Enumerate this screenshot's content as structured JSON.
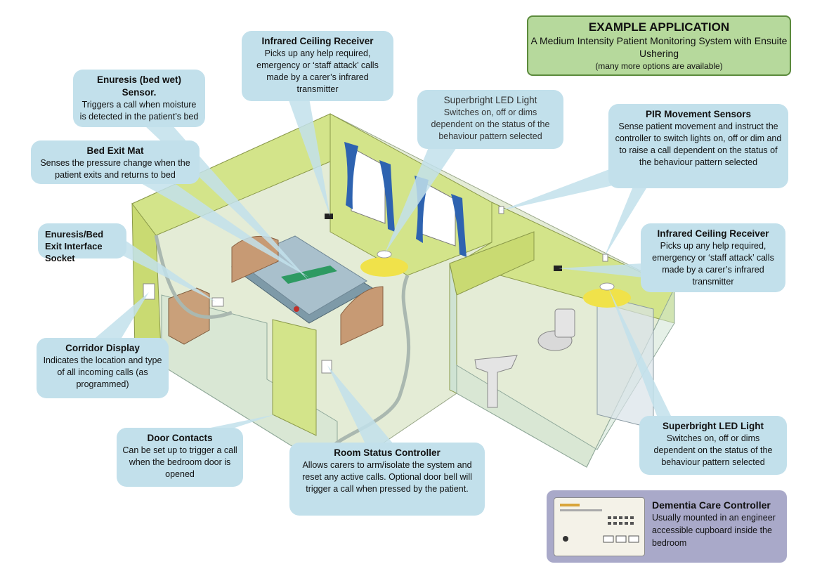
{
  "example": {
    "heading": "EXAMPLE APPLICATION",
    "subtitle": "A Medium Intensity Patient Monitoring System with Ensuite Ushering",
    "note": "(many more options are available)"
  },
  "callouts": {
    "ir_receiver_top": {
      "title": "Infrared Ceiling Receiver",
      "body": "Picks up any help required, emergency or ‘staff attack’ calls made by a carer’s infrared transmitter"
    },
    "enuresis_sensor": {
      "title": "Enuresis (bed wet) Sensor.",
      "body": "Triggers a call when moisture is detected in the patient’s bed"
    },
    "led_top": {
      "title": "Superbright LED Light",
      "body": "Switches on, off or dims dependent on the status of the behaviour pattern selected"
    },
    "pir": {
      "title": "PIR Movement Sensors",
      "body": "Sense patient movement and instruct the controller to switch lights on, off or dim and to raise a call dependent on the status of the behaviour pattern selected"
    },
    "bed_exit_mat": {
      "title": "Bed Exit Mat",
      "body": "Senses the pressure change when the patient exits and returns to bed"
    },
    "socket": {
      "title": "Enuresis/Bed Exit Interface Socket",
      "body": ""
    },
    "ir_receiver_right": {
      "title": "Infrared Ceiling Receiver",
      "body": "Picks up any help required, emergency or ‘staff attack’ calls made by a carer’s infrared transmitter"
    },
    "corridor": {
      "title": "Corridor Display",
      "body": "Indicates the location and type of all incoming calls (as programmed)"
    },
    "door": {
      "title": "Door Contacts",
      "body": "Can be set up to trigger a call when the bedroom door is opened"
    },
    "room_status": {
      "title": "Room Status Controller",
      "body": "Allows carers to arm/isolate the system and reset any active calls. Optional door bell will trigger a call when pressed by the patient."
    },
    "led_bottom": {
      "title": "Superbright LED Light",
      "body": "Switches on, off or dims dependent on the status of the behaviour pattern selected"
    }
  },
  "dementia": {
    "title": "Dementia Care Controller",
    "body": "Usually mounted in an engineer accessible cupboard inside the bedroom"
  },
  "colors": {
    "callout_bg": "#c2e0eb",
    "example_bg": "#b6d99c",
    "example_border": "#5b8a3c",
    "wall": "#d3e48a",
    "floor": "#e4ecd6",
    "glass": "#cfe3d3",
    "curtain": "#2e63b0",
    "dementia_bg": "#a9a9c9"
  }
}
